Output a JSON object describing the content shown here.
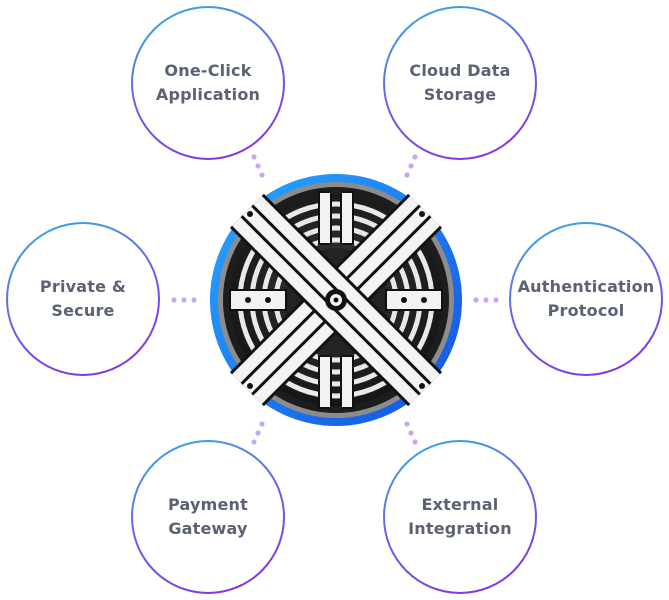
{
  "colors": {
    "ring_gradient_start": "#2fb1e6",
    "ring_gradient_mid": "#6a63e8",
    "ring_gradient_end": "#8a2be2",
    "label_text": "#5a6273",
    "connector_dots": "#c9a6f2",
    "hub_border": "#1a6ff0",
    "hub_dark": "#1e1e1e",
    "hub_light": "#f2f2f2"
  },
  "center_logo": {
    "icon": "x-coin-logo-icon"
  },
  "nodes": [
    {
      "id": "one-click-application",
      "line1": "One-Click",
      "line2": "Application"
    },
    {
      "id": "cloud-data-storage",
      "line1": "Cloud Data",
      "line2": "Storage"
    },
    {
      "id": "private-secure",
      "line1": "Private &",
      "line2": "Secure"
    },
    {
      "id": "authentication-protocol",
      "line1": "Authentication",
      "line2": "Protocol"
    },
    {
      "id": "payment-gateway",
      "line1": "Payment",
      "line2": "Gateway"
    },
    {
      "id": "external-integration",
      "line1": "External",
      "line2": "Integration"
    }
  ]
}
